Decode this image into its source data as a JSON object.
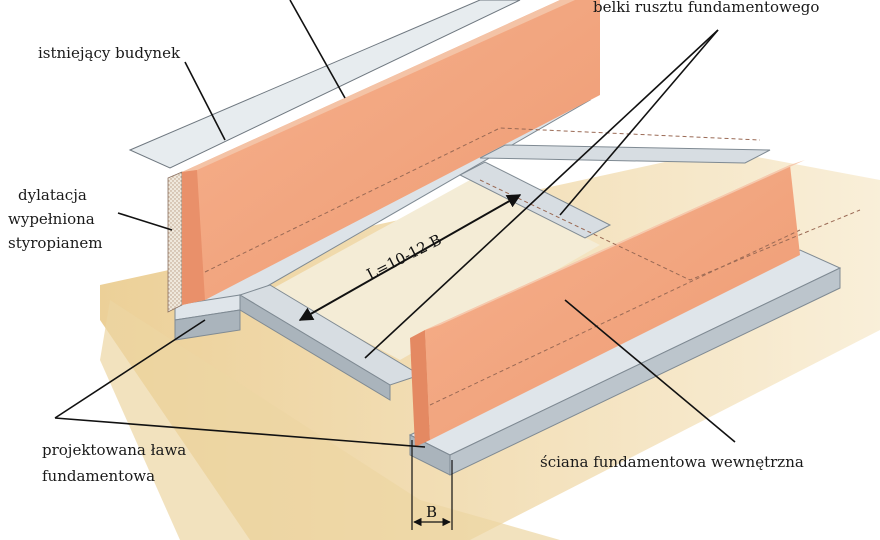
{
  "labels": {
    "existing_building": "istniejący budynek",
    "dilatation_line1": "dylatacja",
    "dilatation_line2": "wypełniona",
    "dilatation_line3": "styropianem",
    "grid_beams": "belki rusztu fundamentowego",
    "designed_footing_line1": "projektowana ława",
    "designed_footing_line2": "fundamentowa",
    "inner_wall": "ściana fundamentowa wewnętrzna",
    "spacing": "L=10-12 B",
    "footing_width": "B"
  },
  "colors": {
    "wall": "#f0a07a",
    "wall_dark": "#e08a64",
    "footing": "#cfd6dc",
    "footing_side": "#aab4bc",
    "ground": "#eed59a",
    "ground_light": "#f6e8c4",
    "dilatation": "#d9d0c0"
  }
}
